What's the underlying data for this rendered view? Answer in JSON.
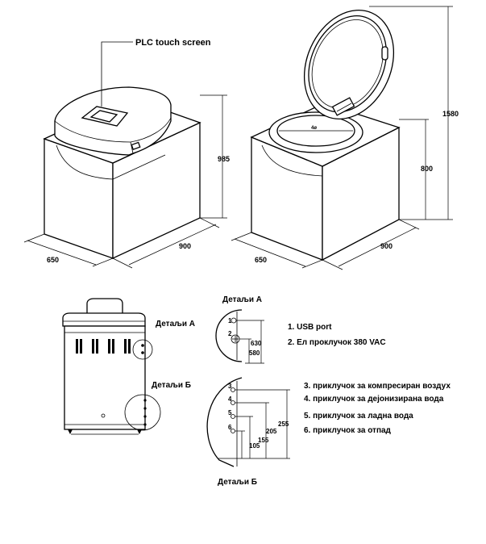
{
  "main_view": {
    "plc_label": "PLC touch screen",
    "height_dim": "985",
    "width_dim": "900",
    "depth_dim": "650"
  },
  "open_view": {
    "total_height_dim": "1580",
    "body_height_dim": "800",
    "width_dim": "900",
    "depth_dim": "650",
    "chamber_dim": "4ø"
  },
  "side_view": {
    "detail_a_label": "Детаљи А",
    "detail_b_label": "Детаљи Б"
  },
  "detail_a": {
    "title": "Детаљи А",
    "markers": [
      "1",
      "2"
    ],
    "dims": [
      "630",
      "580"
    ],
    "legend": [
      "1. USB port",
      "2. Ел проклучок 380 VAC"
    ]
  },
  "detail_b": {
    "title": "Детаљи Б",
    "markers": [
      "3",
      "4",
      "5",
      "6"
    ],
    "dims": [
      "255",
      "205",
      "155",
      "105"
    ],
    "legend": [
      "3. приклучок за компресиран воздух",
      "4. приклучок за дејонизирана вода",
      "5. приклучок за ладна вода",
      "6. приклучок за отпад"
    ]
  }
}
